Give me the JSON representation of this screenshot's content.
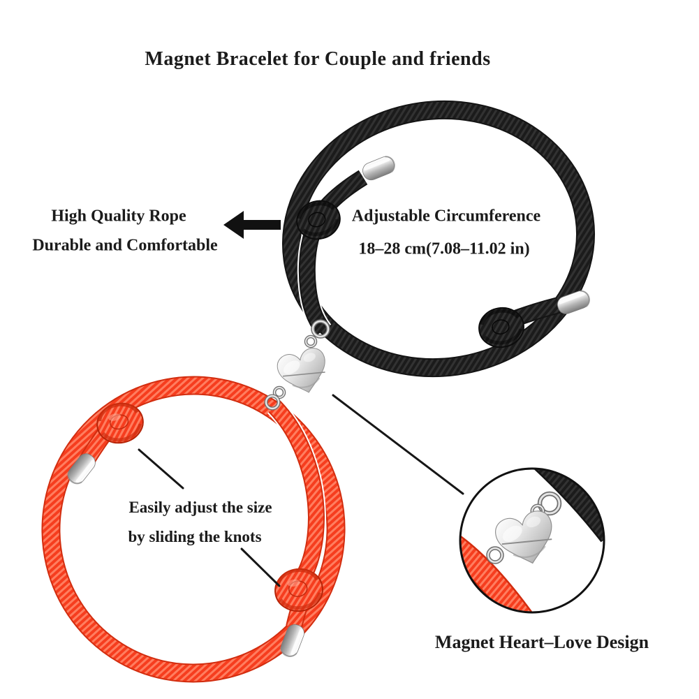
{
  "title": "Magnet Bracelet for Couple and friends",
  "callouts": {
    "rope_quality_line1": "High Quality Rope",
    "rope_quality_line2": "Durable and Comfortable",
    "circumference_line1": "Adjustable Circumference",
    "circumference_line2": "18–28 cm(7.08–11.02 in)",
    "adjust_line1": "Easily adjust the size",
    "adjust_line2": "by sliding the knots",
    "magnet_design": "Magnet Heart–Love Design"
  },
  "product": {
    "kind": "magnet couple bracelets",
    "items": [
      {
        "name": "black rope bracelet",
        "rope_color": "#1d1d1d",
        "cap_finish": "silver"
      },
      {
        "name": "red rope bracelet",
        "rope_color": "#f8401f",
        "cap_finish": "silver"
      }
    ],
    "clasp": {
      "style": "magnet heart-love pendant",
      "finish": "silver"
    }
  },
  "colors": {
    "background": "#ffffff",
    "text": "#1b1b1b",
    "pointer_line": "#161616",
    "black_rope": "#1d1d1d",
    "red_rope": "#f8401f",
    "silver": "#c7c7c7"
  }
}
